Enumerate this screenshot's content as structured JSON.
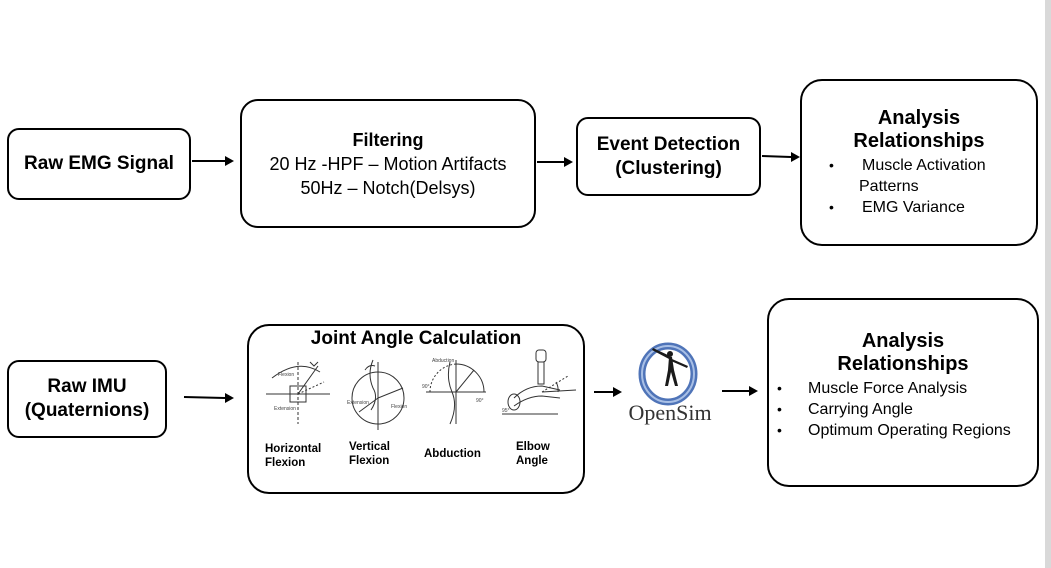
{
  "emg_row": {
    "raw": "Raw EMG Signal",
    "filtering": {
      "title": "Filtering",
      "line1": "20 Hz -HPF – Motion Artifacts",
      "line2": "50Hz – Notch(Delsys)"
    },
    "event": {
      "line1": "Event Detection",
      "line2": "(Clustering)"
    },
    "analysis": {
      "line1": "Analysis",
      "line2": "Relationships",
      "bullets": [
        "Muscle Activation",
        "Patterns",
        "EMG Variance"
      ]
    }
  },
  "imu_row": {
    "raw": {
      "line1": "Raw IMU",
      "line2": "(Quaternions)"
    },
    "joint": {
      "title": "Joint Angle Calculation",
      "figures": [
        {
          "line1": "Horizontal",
          "line2": "Flexion"
        },
        {
          "line1": "Vertical",
          "line2": "Flexion"
        },
        {
          "line1": "Abduction",
          "line2": ""
        },
        {
          "line1": "Elbow",
          "line2": "Angle"
        }
      ]
    },
    "opensim": "OpenSim",
    "analysis": {
      "line1": "Analysis",
      "line2": "Relationships",
      "bullets": [
        "Muscle Force Analysis",
        "Carrying Angle",
        "Optimum Operating Regions"
      ]
    }
  },
  "icons": {
    "bullet": "•",
    "logo": "opensim-logo-icon"
  }
}
